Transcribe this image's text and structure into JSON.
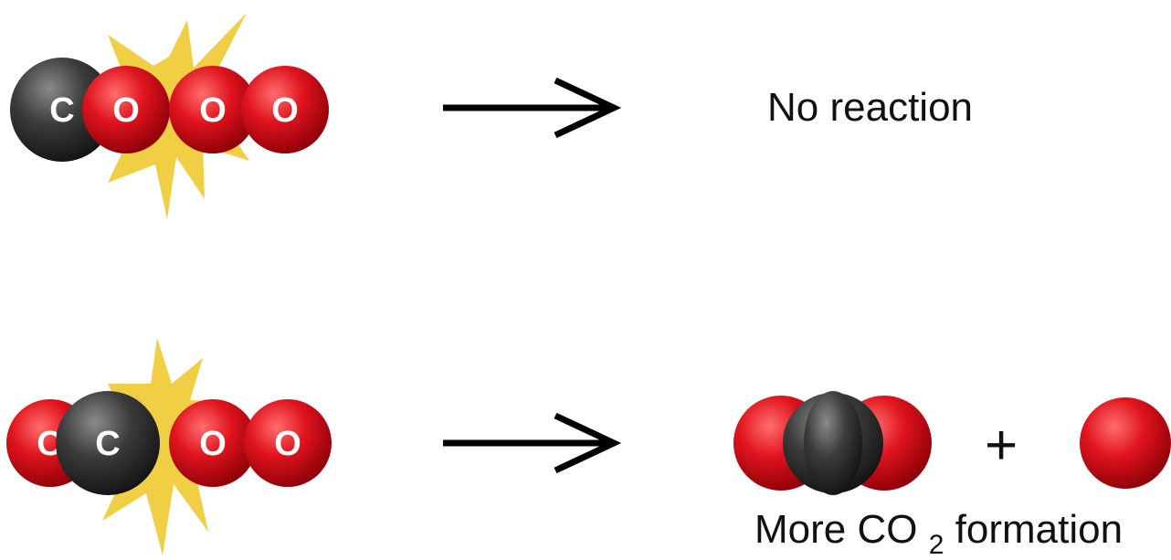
{
  "colors": {
    "oxygen": "#e0141e",
    "carbon": "#3c3c3c",
    "collision_burst": "#f0cf45",
    "arrow": "#000000",
    "text": "#111111"
  },
  "row_top": {
    "reactant_atoms": [
      "C",
      "O",
      "O",
      "O"
    ],
    "collision": "yellow-burst",
    "arrow": "right-arrow",
    "result_text": "No reaction"
  },
  "row_bottom": {
    "reactant_atoms": [
      "O",
      "C",
      "O",
      "O"
    ],
    "collision": "yellow-burst",
    "arrow": "right-arrow",
    "product_molecule": [
      "O",
      "C",
      "O"
    ],
    "plus": "+",
    "product_atom": [
      "O"
    ],
    "caption_main": "More CO",
    "caption_subscript": "2",
    "caption_tail": " formation"
  }
}
